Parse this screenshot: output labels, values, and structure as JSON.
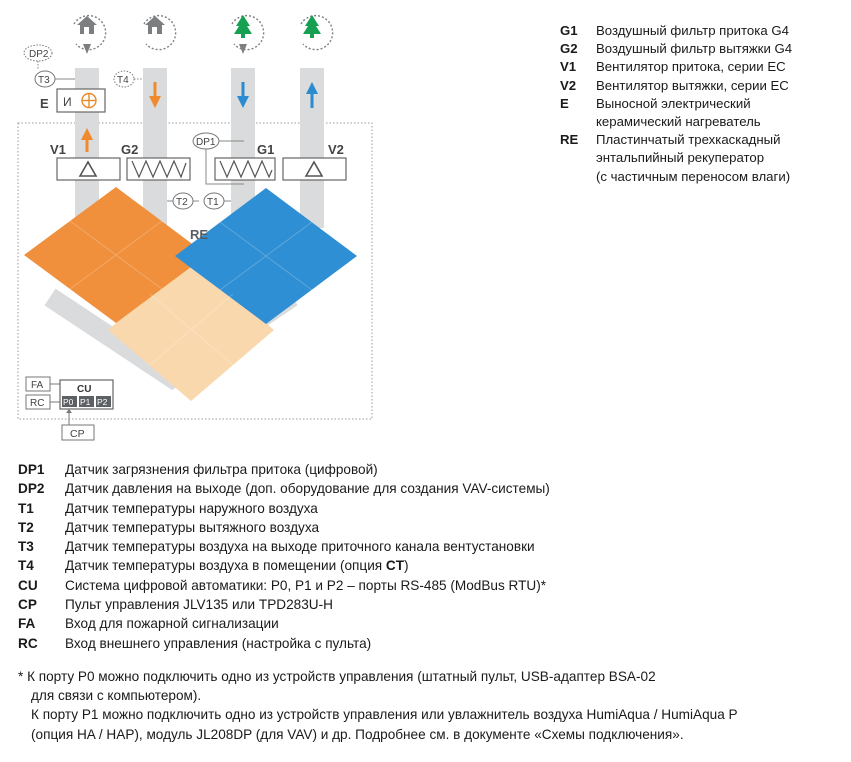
{
  "diagram": {
    "labels": {
      "e": "E",
      "e_block": "И",
      "v1": "V1",
      "g2": "G2",
      "g1": "G1",
      "v2": "V2",
      "re": "RE",
      "dp1": "DP1",
      "dp2": "DP2",
      "t1": "T1",
      "t2": "T2",
      "t3": "T3",
      "t4": "T4",
      "cu": "CU",
      "fa": "FA",
      "rc": "RC",
      "cp": "CP",
      "p0": "P0",
      "p1": "P1",
      "p2": "P2"
    },
    "colors": {
      "supply_orange": "#f0903c",
      "light_orange": "#fad8ae",
      "exhaust_blue": "#2e8fd4",
      "duct_grey": "#d9dbdc",
      "icon_grey": "#7b7f82",
      "tree_green": "#17a052",
      "arrow_orange": "#f08a2c",
      "arrow_blue": "#2a8bd0"
    },
    "icons": [
      "house-in-circle-icon",
      "house-in-circle-icon",
      "tree-in-circle-icon",
      "tree-in-circle-icon"
    ]
  },
  "legend_right": [
    {
      "code": "G1",
      "lines": [
        "Воздушный фильтр притока G4"
      ]
    },
    {
      "code": "G2",
      "lines": [
        "Воздушный фильтр вытяжки G4"
      ]
    },
    {
      "code": "V1",
      "lines": [
        "Вентилятор притока, серии EC"
      ]
    },
    {
      "code": "V2",
      "lines": [
        "Вентилятор вытяжки, серии EC"
      ]
    },
    {
      "code": "E",
      "lines": [
        "Выносной электрический",
        "керамический нагреватель"
      ]
    },
    {
      "code": "RE",
      "lines": [
        "Пластинчатый трехкаскадный",
        "энтальпийный рекуператор",
        "(с частичным переносом влаги)"
      ]
    }
  ],
  "legend_bottom": [
    {
      "code": "DP1",
      "text": "Датчик загрязнения фильтра притока (цифровой)"
    },
    {
      "code": "DP2",
      "text": "Датчик давления на выходе (доп. оборудование для создания VAV-системы)"
    },
    {
      "code": "T1",
      "text": "Датчик температуры наружного воздуха"
    },
    {
      "code": "T2",
      "text": "Датчик температуры вытяжного воздуха"
    },
    {
      "code": "T3",
      "text": "Датчик температуры воздуха на выходе приточного канала вентустановки"
    },
    {
      "code": "T4",
      "text_before": "Датчик температуры воздуха в помещении (опция ",
      "text_bold": "CT",
      "text_after": ")"
    },
    {
      "code": "CU",
      "text": "Система цифровой автоматики: P0, P1 и P2 – порты RS-485 (ModBus RTU)*"
    },
    {
      "code": "CP",
      "text": "Пульт управления JLV135 или TPD283U-H"
    },
    {
      "code": "FA",
      "text": "Вход для пожарной сигнализации"
    },
    {
      "code": "RC",
      "text": "Вход внешнего управления (настройка с пульта)"
    }
  ],
  "footnote": [
    "* К порту P0 можно подключить одно из устройств управления (штатный пульт, USB-адаптер BSA-02",
    "для связи с компьютером).",
    "К порту P1 можно подключить одно из устройств управления или увлажнитель воздуха HumiAqua /  HumiAqua P",
    "(опция HA / HAP), модуль JL208DP (для VAV) и др. Подробнее см. в документе «Схемы подключения»."
  ]
}
